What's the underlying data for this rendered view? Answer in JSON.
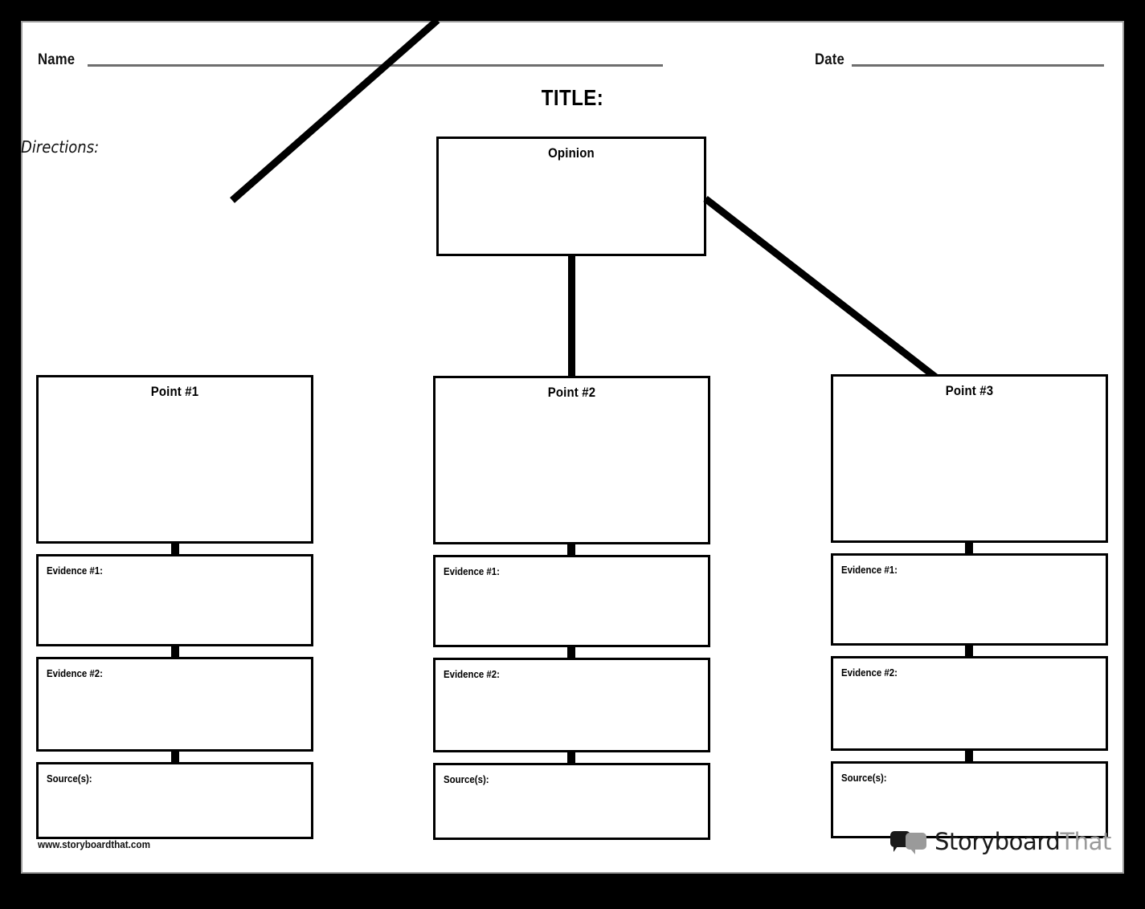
{
  "worksheet": {
    "name_label": "Name",
    "date_label": "Date",
    "title": "TITLE:",
    "directions_label": "Directions:"
  },
  "diagram": {
    "type": "opinion-evidence-tree",
    "root": {
      "label": "Opinion"
    },
    "branches": [
      {
        "point_label": "Point #1",
        "evidence": [
          "Evidence #1:",
          "Evidence #2:"
        ],
        "sources_label": "Source(s):"
      },
      {
        "point_label": "Point #2",
        "evidence": [
          "Evidence #1:",
          "Evidence #2:"
        ],
        "sources_label": "Source(s):"
      },
      {
        "point_label": "Point #3",
        "evidence": [
          "Evidence #1:",
          "Evidence #2:"
        ],
        "sources_label": "Source(s):"
      }
    ]
  },
  "footer": {
    "url": "www.storyboardthat.com",
    "logo_primary": "Storyboard",
    "logo_secondary": "That"
  },
  "colors": {
    "frame": "#000000",
    "sheet": "#ffffff",
    "ink": "#000000",
    "rule": "#6e6e6e",
    "logo_gray": "#9a9a9a"
  }
}
